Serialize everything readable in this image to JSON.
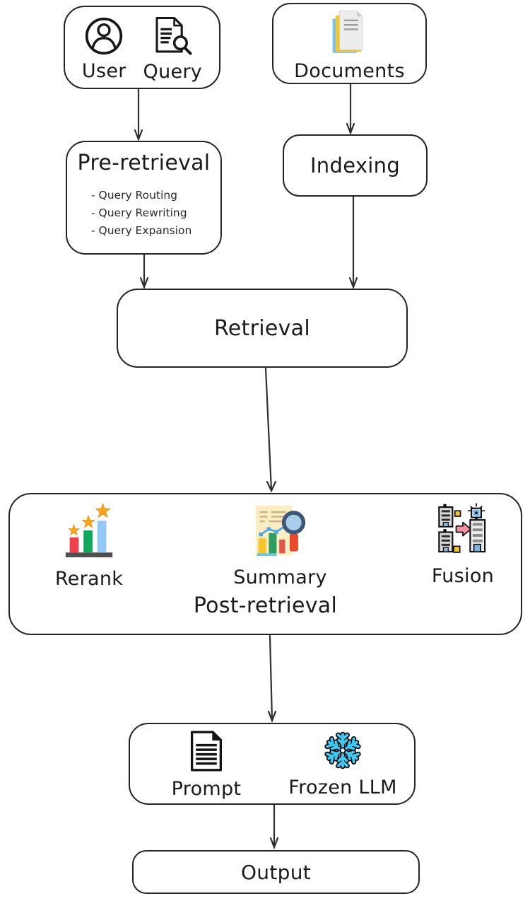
{
  "nodes": {
    "user_query": {
      "user_label": "User",
      "query_label": "Query"
    },
    "documents": {
      "label": "Documents"
    },
    "pre_retrieval": {
      "title": "Pre-retrieval",
      "items": [
        "- Query Routing",
        "- Query Rewriting",
        "- Query Expansion"
      ]
    },
    "indexing": {
      "label": "Indexing"
    },
    "retrieval": {
      "label": "Retrieval"
    },
    "post_retrieval": {
      "title": "Post-retrieval",
      "features": [
        {
          "icon": "rerank-bars-icon",
          "label": "Rerank"
        },
        {
          "icon": "summary-report-icon",
          "label": "Summary"
        },
        {
          "icon": "fusion-buildings-icon",
          "label": "Fusion"
        }
      ]
    },
    "generation": {
      "prompt_label": "Prompt",
      "frozen_llm_label": "Frozen LLM"
    },
    "output": {
      "label": "Output"
    }
  },
  "colors": {
    "stroke": "#242424",
    "doc_stack_blue": "#7cc4ee",
    "doc_stack_yellow": "#f7c623",
    "doc_stack_page": "#ededed",
    "rerank_red": "#f1404b",
    "rerank_green": "#0fa85c",
    "rerank_blue": "#93c9f6",
    "rerank_base": "#4f4f4f",
    "star_orange": "#ffa41c",
    "summary_page": "#faeec2",
    "summary_yellow": "#f6c42d",
    "summary_green": "#2f9e60",
    "summary_red": "#e2574c",
    "summary_line_blue": "#5aa7e8",
    "magnifier_rim": "#3c5878",
    "magnifier_lens": "#aacdea",
    "magnifier_handle": "#e84b2b",
    "fusion_arrow_pink": "#f490a0",
    "fusion_yellow": "#f5c530",
    "fusion_window_blue": "#6db3ea",
    "snowflake_cyan": "#3fc9f2"
  }
}
